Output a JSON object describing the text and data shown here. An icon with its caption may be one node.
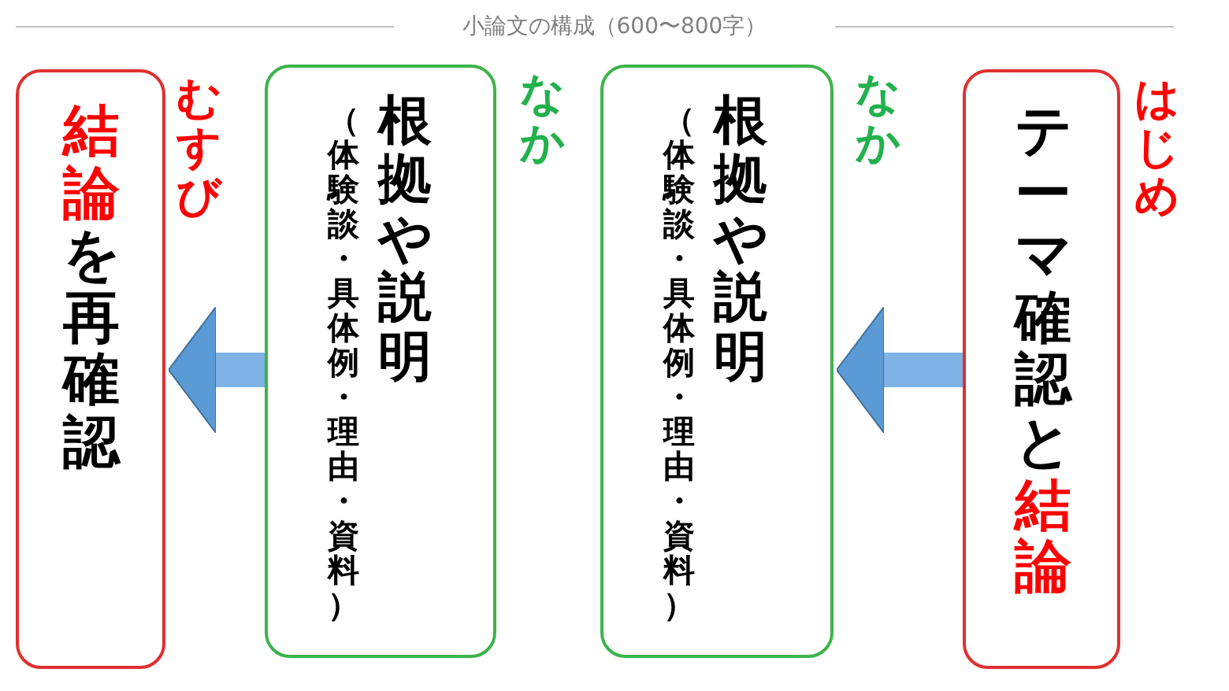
{
  "diagram": {
    "title": "小論文の構成（600〜800字）",
    "nodes": [
      {
        "text": [
          "テーマ確認と**結論**",
          "はじめ"
        ]
      },
      {
        "text": [
          "（体験談・具体例・理由・資料）",
          "根拠や説明",
          "なか"
        ]
      },
      {
        "text": [
          "（体験談・具体例・理由・資料）",
          "根拠や説明",
          "なか"
        ]
      },
      {
        "text": [
          "**結論**を再確認",
          "むすび"
        ]
      }
    ],
    "edges": [
      {
        "from": 0,
        "to": 1,
        "arrow": "to"
      },
      {
        "from": 2,
        "to": 3,
        "arrow": "to"
      }
    ]
  }
}
